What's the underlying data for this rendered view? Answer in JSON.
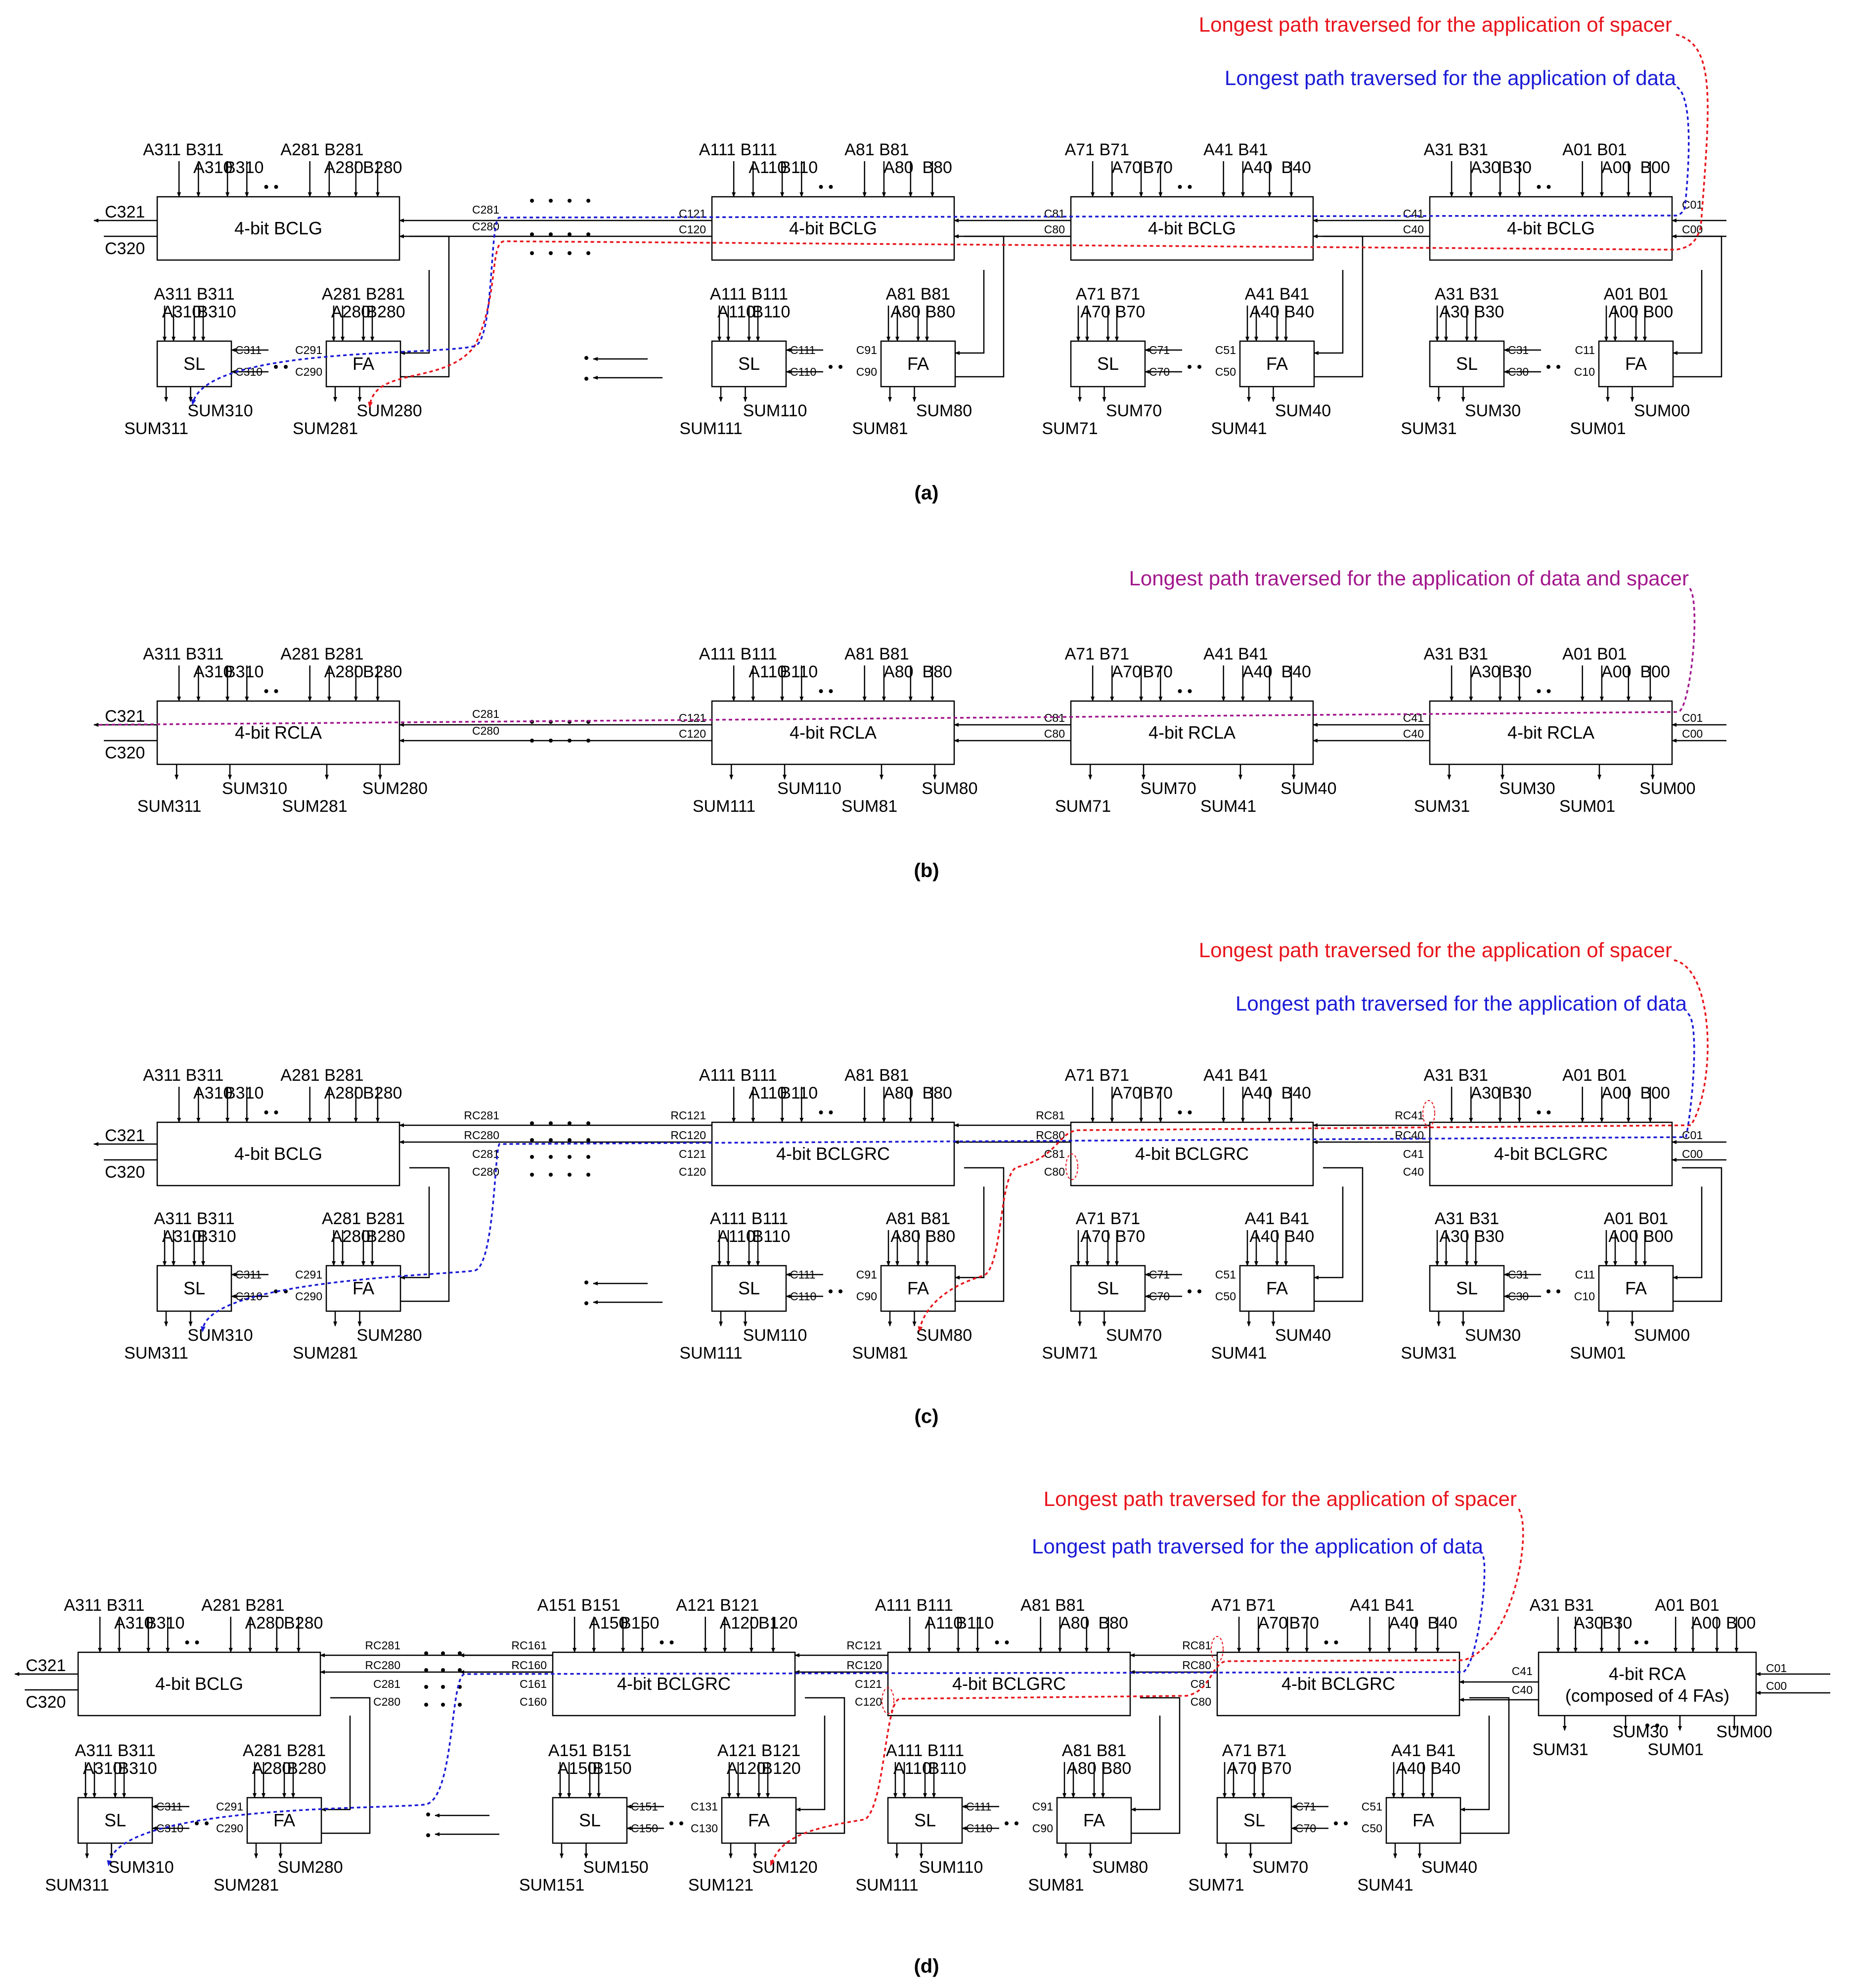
{
  "colors": {
    "spacer": "#e8141b",
    "data": "#1a1ad6",
    "both": "#a2178c",
    "line": "#000000"
  },
  "panels": [
    {
      "caption": "(a)",
      "notes": [
        {
          "kind": "spacer",
          "text": "Longest path traversed for the application of spacer"
        },
        {
          "kind": "data",
          "text": "Longest path traversed for the application of data"
        }
      ],
      "upper_blocks": [
        {
          "label": "4-bit BCLG",
          "in_top": [
            "A311",
            "B311",
            "A281",
            "B281"
          ],
          "in_bot": [
            "A310",
            "B310",
            "A280",
            "B280"
          ],
          "c_in_hi": "C281",
          "c_in_lo": "C280",
          "c_out_hi": "C321",
          "c_out_lo": "C320"
        },
        {
          "label": "4-bit BCLG",
          "in_top": [
            "A111",
            "B111",
            "A81",
            "B81"
          ],
          "in_bot": [
            "A110",
            "B110",
            "A80",
            "B80"
          ],
          "c_in_hi": "C121",
          "c_in_lo": "C120"
        },
        {
          "label": "4-bit BCLG",
          "in_top": [
            "A71",
            "B71",
            "A41",
            "B41"
          ],
          "in_bot": [
            "A70",
            "B70",
            "A40",
            "B40"
          ],
          "c_in_hi": "C81",
          "c_in_lo": "C80"
        },
        {
          "label": "4-bit BCLG",
          "in_top": [
            "A31",
            "B31",
            "A01",
            "B01"
          ],
          "in_bot": [
            "A30",
            "B30",
            "A00",
            "B00"
          ],
          "c_in_hi": "C41",
          "c_in_lo": "C40",
          "c_in2_hi": "C01",
          "c_in2_lo": "C00"
        }
      ],
      "lower_groups": [
        {
          "sl": "SL",
          "fa": "FA",
          "sl_in_top": [
            "A311",
            "B311"
          ],
          "sl_in_bot": [
            "A310",
            "B310"
          ],
          "fa_in_top": [
            "A281",
            "B281"
          ],
          "fa_in_bot": [
            "A280",
            "B280"
          ],
          "sl_c_hi": "C311",
          "sl_c_lo": "C310",
          "fa_c_hi": "C291",
          "fa_c_lo": "C290",
          "sums_hi": [
            "SUM310",
            "SUM280"
          ],
          "sums_lo": [
            "SUM311",
            "SUM281"
          ]
        },
        {
          "sl": "SL",
          "fa": "FA",
          "sl_in_top": [
            "A111",
            "B111"
          ],
          "sl_in_bot": [
            "A110",
            "B110"
          ],
          "fa_in_top": [
            "A81",
            "B81"
          ],
          "fa_in_bot": [
            "A80",
            "B80"
          ],
          "sl_c_hi": "C111",
          "sl_c_lo": "C110",
          "fa_c_hi": "C91",
          "fa_c_lo": "C90",
          "sums_hi": [
            "SUM110",
            "SUM80"
          ],
          "sums_lo": [
            "SUM111",
            "SUM81"
          ]
        },
        {
          "sl": "SL",
          "fa": "FA",
          "sl_in_top": [
            "A71",
            "B71"
          ],
          "sl_in_bot": [
            "A70",
            "B70"
          ],
          "fa_in_top": [
            "A41",
            "B41"
          ],
          "fa_in_bot": [
            "A40",
            "B40"
          ],
          "sl_c_hi": "C71",
          "sl_c_lo": "C70",
          "fa_c_hi": "C51",
          "fa_c_lo": "C50",
          "sums_hi": [
            "SUM70",
            "SUM40"
          ],
          "sums_lo": [
            "SUM71",
            "SUM41"
          ]
        },
        {
          "sl": "SL",
          "fa": "FA",
          "sl_in_top": [
            "A31",
            "B31"
          ],
          "sl_in_bot": [
            "A30",
            "B30"
          ],
          "fa_in_top": [
            "A01",
            "B01"
          ],
          "fa_in_bot": [
            "A00",
            "B00"
          ],
          "sl_c_hi": "C31",
          "sl_c_lo": "C30",
          "fa_c_hi": "C11",
          "fa_c_lo": "C10",
          "sums_hi": [
            "SUM30",
            "SUM00"
          ],
          "sums_lo": [
            "SUM31",
            "SUM01"
          ]
        }
      ]
    },
    {
      "caption": "(b)",
      "notes": [
        {
          "kind": "both",
          "text": "Longest path traversed for the application of data and spacer"
        }
      ],
      "upper_blocks": [
        {
          "label": "4-bit RCLA",
          "in_top": [
            "A311",
            "B311",
            "A281",
            "B281"
          ],
          "in_bot": [
            "A310",
            "B310",
            "A280",
            "B280"
          ],
          "c_in_hi": "C281",
          "c_in_lo": "C280",
          "c_out_hi": "C321",
          "c_out_lo": "C320",
          "sums_hi": [
            "SUM310",
            "SUM280"
          ],
          "sums_lo": [
            "SUM311",
            "SUM281"
          ]
        },
        {
          "label": "4-bit RCLA",
          "in_top": [
            "A111",
            "B111",
            "A81",
            "B81"
          ],
          "in_bot": [
            "A110",
            "B110",
            "A80",
            "B80"
          ],
          "c_in_hi": "C121",
          "c_in_lo": "C120",
          "sums_hi": [
            "SUM110",
            "SUM80"
          ],
          "sums_lo": [
            "SUM111",
            "SUM81"
          ]
        },
        {
          "label": "4-bit RCLA",
          "in_top": [
            "A71",
            "B71",
            "A41",
            "B41"
          ],
          "in_bot": [
            "A70",
            "B70",
            "A40",
            "B40"
          ],
          "c_in_hi": "C81",
          "c_in_lo": "C80",
          "sums_hi": [
            "SUM70",
            "SUM40"
          ],
          "sums_lo": [
            "SUM71",
            "SUM41"
          ]
        },
        {
          "label": "4-bit RCLA",
          "in_top": [
            "A31",
            "B31",
            "A01",
            "B01"
          ],
          "in_bot": [
            "A30",
            "B30",
            "A00",
            "B00"
          ],
          "c_in_hi": "C41",
          "c_in_lo": "C40",
          "c_in2_hi": "C01",
          "c_in2_lo": "C00",
          "sums_hi": [
            "SUM30",
            "SUM00"
          ],
          "sums_lo": [
            "SUM31",
            "SUM01"
          ]
        }
      ]
    },
    {
      "caption": "(c)",
      "notes": [
        {
          "kind": "spacer",
          "text": "Longest path traversed for the application of spacer"
        },
        {
          "kind": "data",
          "text": "Longest path traversed for the application of data"
        }
      ],
      "upper_blocks": [
        {
          "label": "4-bit BCLG",
          "in_top": [
            "A311",
            "B311",
            "A281",
            "B281"
          ],
          "in_bot": [
            "A310",
            "B310",
            "A280",
            "B280"
          ],
          "rc_in_hi": "RC281",
          "rc_in_lo": "RC280",
          "c_in_hi": "C281",
          "c_in_lo": "C280",
          "c_out_hi": "C321",
          "c_out_lo": "C320"
        },
        {
          "label": "4-bit BCLGRC",
          "in_top": [
            "A111",
            "B111",
            "A81",
            "B81"
          ],
          "in_bot": [
            "A110",
            "B110",
            "A80",
            "B80"
          ],
          "rc_in_hi": "RC121",
          "rc_in_lo": "RC120",
          "c_in_hi": "C121",
          "c_in_lo": "C120"
        },
        {
          "label": "4-bit BCLGRC",
          "in_top": [
            "A71",
            "B71",
            "A41",
            "B41"
          ],
          "in_bot": [
            "A70",
            "B70",
            "A40",
            "B40"
          ],
          "rc_in_hi": "RC81",
          "rc_in_lo": "RC80",
          "c_in_hi": "C81",
          "c_in_lo": "C80"
        },
        {
          "label": "4-bit BCLGRC",
          "in_top": [
            "A31",
            "B31",
            "A01",
            "B01"
          ],
          "in_bot": [
            "A30",
            "B30",
            "A00",
            "B00"
          ],
          "rc_in_hi": "RC41",
          "rc_in_lo": "RC40",
          "c_in_hi": "C41",
          "c_in_lo": "C40",
          "c_in2_hi": "C01",
          "c_in2_lo": "C00"
        }
      ],
      "lower_groups": [
        {
          "sl": "SL",
          "fa": "FA",
          "sl_in_top": [
            "A311",
            "B311"
          ],
          "sl_in_bot": [
            "A310",
            "B310"
          ],
          "fa_in_top": [
            "A281",
            "B281"
          ],
          "fa_in_bot": [
            "A280",
            "B280"
          ],
          "sl_c_hi": "C311",
          "sl_c_lo": "C310",
          "fa_c_hi": "C291",
          "fa_c_lo": "C290",
          "sums_hi": [
            "SUM310",
            "SUM280"
          ],
          "sums_lo": [
            "SUM311",
            "SUM281"
          ]
        },
        {
          "sl": "SL",
          "fa": "FA",
          "sl_in_top": [
            "A111",
            "B111"
          ],
          "sl_in_bot": [
            "A110",
            "B110"
          ],
          "fa_in_top": [
            "A81",
            "B81"
          ],
          "fa_in_bot": [
            "A80",
            "B80"
          ],
          "sl_c_hi": "C111",
          "sl_c_lo": "C110",
          "fa_c_hi": "C91",
          "fa_c_lo": "C90",
          "sums_hi": [
            "SUM110",
            "SUM80"
          ],
          "sums_lo": [
            "SUM111",
            "SUM81"
          ]
        },
        {
          "sl": "SL",
          "fa": "FA",
          "sl_in_top": [
            "A71",
            "B71"
          ],
          "sl_in_bot": [
            "A70",
            "B70"
          ],
          "fa_in_top": [
            "A41",
            "B41"
          ],
          "fa_in_bot": [
            "A40",
            "B40"
          ],
          "sl_c_hi": "C71",
          "sl_c_lo": "C70",
          "fa_c_hi": "C51",
          "fa_c_lo": "C50",
          "sums_hi": [
            "SUM70",
            "SUM40"
          ],
          "sums_lo": [
            "SUM71",
            "SUM41"
          ]
        },
        {
          "sl": "SL",
          "fa": "FA",
          "sl_in_top": [
            "A31",
            "B31"
          ],
          "sl_in_bot": [
            "A30",
            "B30"
          ],
          "fa_in_top": [
            "A01",
            "B01"
          ],
          "fa_in_bot": [
            "A00",
            "B00"
          ],
          "sl_c_hi": "C31",
          "sl_c_lo": "C30",
          "fa_c_hi": "C11",
          "fa_c_lo": "C10",
          "sums_hi": [
            "SUM30",
            "SUM00"
          ],
          "sums_lo": [
            "SUM31",
            "SUM01"
          ]
        }
      ]
    },
    {
      "caption": "(d)",
      "notes": [
        {
          "kind": "spacer",
          "text": "Longest path traversed for the application of spacer"
        },
        {
          "kind": "data",
          "text": "Longest path traversed for the application of data"
        }
      ],
      "upper_blocks": [
        {
          "label": "4-bit BCLG",
          "in_top": [
            "A311",
            "B311",
            "A281",
            "B281"
          ],
          "in_bot": [
            "A310",
            "B310",
            "A280",
            "B280"
          ],
          "rc_in_hi": "RC281",
          "rc_in_lo": "RC280",
          "c_in_hi": "C281",
          "c_in_lo": "C280",
          "c_out_hi": "C321",
          "c_out_lo": "C320"
        },
        {
          "label": "4-bit BCLGRC",
          "in_top": [
            "A151",
            "B151",
            "A121",
            "B121"
          ],
          "in_bot": [
            "A150",
            "B150",
            "A120",
            "B120"
          ],
          "rc_in_hi": "RC161",
          "rc_in_lo": "RC160",
          "c_in_hi": "C161",
          "c_in_lo": "C160"
        },
        {
          "label": "4-bit BCLGRC",
          "in_top": [
            "A111",
            "B111",
            "A81",
            "B81"
          ],
          "in_bot": [
            "A110",
            "B110",
            "A80",
            "B80"
          ],
          "rc_in_hi": "RC121",
          "rc_in_lo": "RC120",
          "c_in_hi": "C121",
          "c_in_lo": "C120"
        },
        {
          "label": "4-bit BCLGRC",
          "in_top": [
            "A71",
            "B71",
            "A41",
            "B41"
          ],
          "in_bot": [
            "A70",
            "B70",
            "A40",
            "B40"
          ],
          "rc_in_hi": "RC81",
          "rc_in_lo": "RC80",
          "c_in_hi": "C81",
          "c_in_lo": "C80"
        },
        {
          "label": "4-bit RCA",
          "label2": "(composed of 4 FAs)",
          "in_top": [
            "A31",
            "B31",
            "A01",
            "B01"
          ],
          "in_bot": [
            "A30",
            "B30",
            "A00",
            "B00"
          ],
          "c_in_hi": "C41",
          "c_in_lo": "C40",
          "c_in2_hi": "C01",
          "c_in2_lo": "C00",
          "sums_hi": [
            "SUM30",
            "SUM00"
          ],
          "sums_lo": [
            "SUM31",
            "SUM01"
          ]
        }
      ],
      "lower_groups": [
        {
          "sl": "SL",
          "fa": "FA",
          "sl_in_top": [
            "A311",
            "B311"
          ],
          "sl_in_bot": [
            "A310",
            "B310"
          ],
          "fa_in_top": [
            "A281",
            "B281"
          ],
          "fa_in_bot": [
            "A280",
            "B280"
          ],
          "sl_c_hi": "C311",
          "sl_c_lo": "C310",
          "fa_c_hi": "C291",
          "fa_c_lo": "C290",
          "sums_hi": [
            "SUM310",
            "SUM280"
          ],
          "sums_lo": [
            "SUM311",
            "SUM281"
          ]
        },
        {
          "sl": "SL",
          "fa": "FA",
          "sl_in_top": [
            "A151",
            "B151"
          ],
          "sl_in_bot": [
            "A150",
            "B150"
          ],
          "fa_in_top": [
            "A121",
            "B121"
          ],
          "fa_in_bot": [
            "A120",
            "B120"
          ],
          "sl_c_hi": "C151",
          "sl_c_lo": "C150",
          "fa_c_hi": "C131",
          "fa_c_lo": "C130",
          "sums_hi": [
            "SUM150",
            "SUM120"
          ],
          "sums_lo": [
            "SUM151",
            "SUM121"
          ]
        },
        {
          "sl": "SL",
          "fa": "FA",
          "sl_in_top": [
            "A111",
            "B111"
          ],
          "sl_in_bot": [
            "A110",
            "B110"
          ],
          "fa_in_top": [
            "A81",
            "B81"
          ],
          "fa_in_bot": [
            "A80",
            "B80"
          ],
          "sl_c_hi": "C111",
          "sl_c_lo": "C110",
          "fa_c_hi": "C91",
          "fa_c_lo": "C90",
          "sums_hi": [
            "SUM110",
            "SUM80"
          ],
          "sums_lo": [
            "SUM111",
            "SUM81"
          ]
        },
        {
          "sl": "SL",
          "fa": "FA",
          "sl_in_top": [
            "A71",
            "B71"
          ],
          "sl_in_bot": [
            "A70",
            "B70"
          ],
          "fa_in_top": [
            "A41",
            "B41"
          ],
          "fa_in_bot": [
            "A40",
            "B40"
          ],
          "sl_c_hi": "C71",
          "sl_c_lo": "C70",
          "fa_c_hi": "C51",
          "fa_c_lo": "C50",
          "sums_hi": [
            "SUM70",
            "SUM40"
          ],
          "sums_lo": [
            "SUM71",
            "SUM41"
          ]
        }
      ]
    }
  ]
}
